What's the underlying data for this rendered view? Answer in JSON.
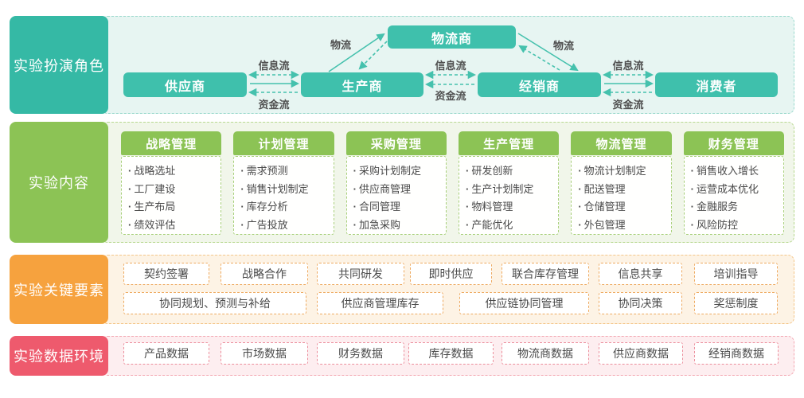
{
  "colors": {
    "teal": "#3fc0ac",
    "green": "#8cc355",
    "orange": "#f6a23e",
    "red": "#ee5a6d",
    "arrow": "#45c1ad",
    "text_dark": "#4a4a4a"
  },
  "sections": {
    "roles": {
      "label": "实验扮演角色",
      "nodes": {
        "supplier": "供应商",
        "producer": "生产商",
        "logistics": "物流商",
        "distributor": "经销商",
        "consumer": "消费者"
      },
      "flows": {
        "info": "信息流",
        "money": "资金流",
        "goods": "物流"
      }
    },
    "content": {
      "label": "实验内容",
      "columns": [
        {
          "title": "战略管理",
          "items": [
            "战略选址",
            "工厂建设",
            "生产布局",
            "绩效评估"
          ]
        },
        {
          "title": "计划管理",
          "items": [
            "需求预测",
            "销售计划制定",
            "库存分析",
            "广告投放"
          ]
        },
        {
          "title": "采购管理",
          "items": [
            "采购计划制定",
            "供应商管理",
            "合同管理",
            "加急采购"
          ]
        },
        {
          "title": "生产管理",
          "items": [
            "研发创新",
            "生产计划制定",
            "物料管理",
            "产能优化"
          ]
        },
        {
          "title": "物流管理",
          "items": [
            "物流计划制定",
            "配送管理",
            "仓储管理",
            "外包管理"
          ]
        },
        {
          "title": "财务管理",
          "items": [
            "销售收入增长",
            "运营成本优化",
            "金融服务",
            "风险防控"
          ]
        }
      ]
    },
    "key_elements": {
      "label": "实验关键要素",
      "row1": [
        "契约签署",
        "战略合作",
        "共同研发",
        "即时供应",
        "联合库存管理",
        "信息共享",
        "培训指导"
      ],
      "row2": [
        "协同规划、预测与补给",
        "供应商管理库存",
        "供应链协同管理",
        "协同决策",
        "奖惩制度"
      ]
    },
    "data_env": {
      "label": "实验数据环境",
      "items": [
        "产品数据",
        "市场数据",
        "财务数据",
        "库存数据",
        "物流商数据",
        "供应商数据",
        "经销商数据"
      ]
    }
  }
}
